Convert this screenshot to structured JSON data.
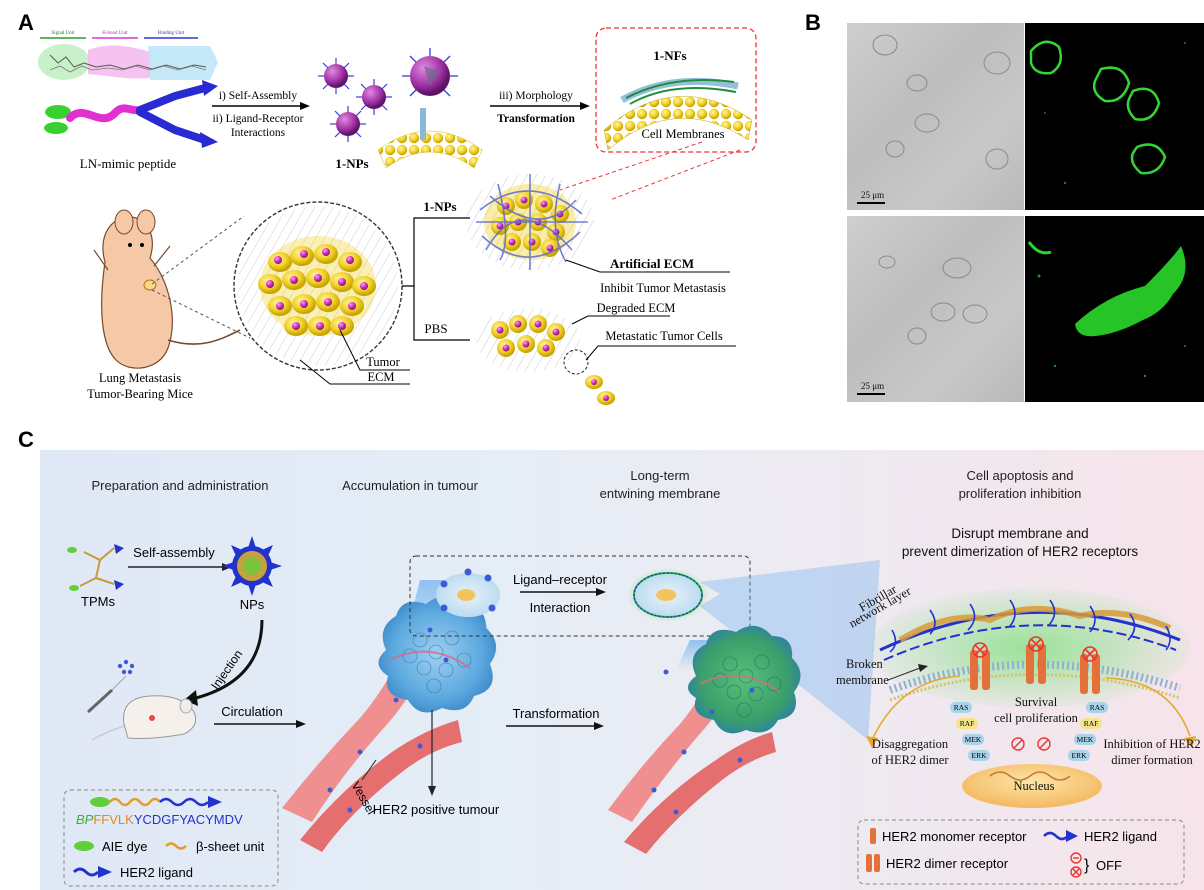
{
  "panels": {
    "a": "A",
    "b": "B",
    "c": "C"
  },
  "panel_a": {
    "unit_labels": [
      "Signal Unit",
      "H-bond Unit",
      "Binding Unit"
    ],
    "peptide_label": "LN-mimic peptide",
    "step1": "i) Self-Assembly",
    "step2a": "ii) Ligand-Receptor",
    "step2b": "Interactions",
    "np_label": "1-NPs",
    "step3a": "iii) Morphology",
    "step3b": "Transformation",
    "nf_label": "1-NFs",
    "membrane_label": "Cell Membranes",
    "branch_top": "1-NPs",
    "branch_bottom": "PBS",
    "artificial_ecm": "Artificial ECM",
    "inhibit": "Inhibit Tumor Metastasis",
    "degraded": "Degraded ECM",
    "metastatic": "Metastatic Tumor Cells",
    "tumor": "Tumor",
    "ecm": "ECM",
    "mice1": "Lung Metastasis",
    "mice2": "Tumor-Bearing Mice"
  },
  "panel_b": {
    "scale_top": "25 μm",
    "scale_bottom": "25 μm"
  },
  "panel_c": {
    "col1": "Preparation and administration",
    "col2": "Accumulation in tumour",
    "col3a": "Long-term",
    "col3b": "entwining membrane",
    "col4a": "Cell apoptosis and",
    "col4b": "proliferation inhibition",
    "self_assembly": "Self-assembly",
    "tpms": "TPMs",
    "nps": "NPs",
    "injection": "Injection",
    "circulation": "Circulation",
    "ligand_a": "Ligand–receptor",
    "ligand_b": "Interaction",
    "transformation": "Transformation",
    "vessel": "Vessel",
    "her2_tumour": "HER2 positive tumour",
    "disrupt_a": "Disrupt membrane and",
    "disrupt_b": "prevent dimerization of HER2 receptors",
    "fibrillar_a": "Fibrillar",
    "fibrillar_b": "network layer",
    "broken_a": "Broken",
    "broken_b": "membrane",
    "survival_a": "Survival",
    "survival_b": "cell proliferation",
    "disagg_a": "Disaggregation",
    "disagg_b": "of HER2 dimer",
    "inhib_a": "Inhibition of HER2",
    "inhib_b": "dimer formation",
    "nucleus": "Nucleus",
    "kinases": [
      "RAS",
      "RAF",
      "MEK",
      "ERK",
      "RAS",
      "RAF",
      "MEK",
      "ERK"
    ],
    "sequence_prefix": "BP",
    "sequence_mid": "FFVLK",
    "sequence_end": "YCDGFYACYMDV",
    "legend_aie": "AIE dye",
    "legend_beta": "β-sheet unit",
    "legend_her2": "HER2 ligand",
    "legend_monomer": "HER2 monomer receptor",
    "legend_dimer": "HER2 dimer receptor",
    "legend_ligand": "HER2 ligand",
    "legend_off": "OFF"
  },
  "colors": {
    "panel_c_bg_left": "#dfe8f5",
    "panel_c_bg_right": "#f6e4ea",
    "nanoparticle": "#b43fa8",
    "tumor_cell": "#f2d22b",
    "fluorescence": "#2fd12f",
    "her2_ligand": "#2233cc",
    "beta_sheet": "#e79a2a",
    "aie_dye": "#5fcf3a"
  }
}
